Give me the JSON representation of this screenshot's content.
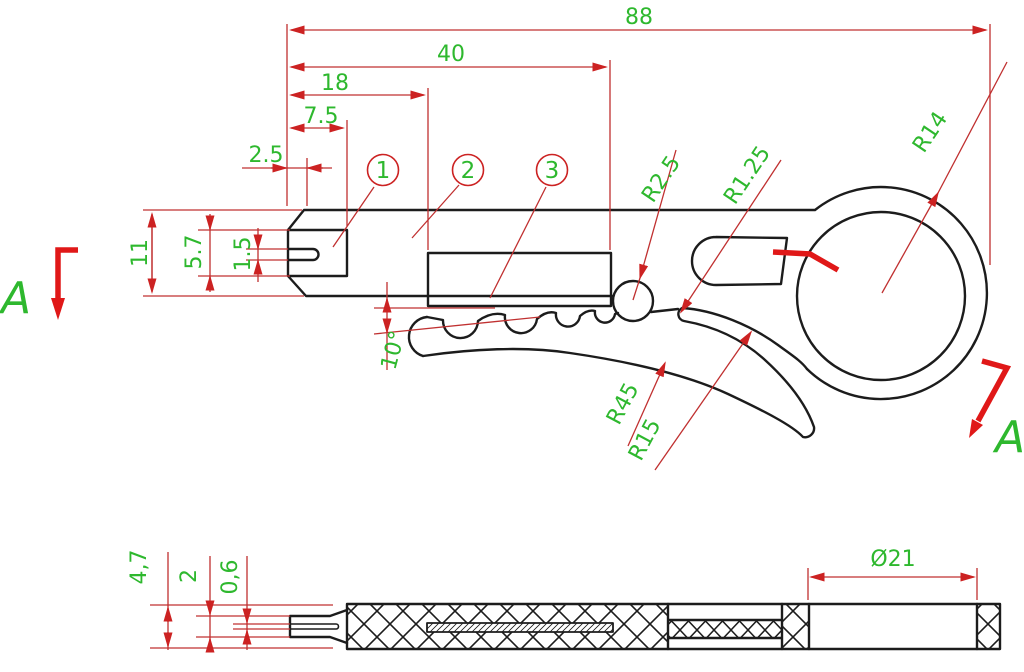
{
  "colors": {
    "outline": "#1c1c1c",
    "dimension_line": "#c03030",
    "arrow_red": "#cc2222",
    "section_red": "#e01818",
    "annotation_green": "#2eb82e",
    "background": "#ffffff"
  },
  "top_view": {
    "horizontal_dims": {
      "overall": "88",
      "to_blade_end": "40",
      "to_blade_start": "18",
      "to_recess": "7.5",
      "to_chamfer": "2.5"
    },
    "vertical_dims": {
      "body_height": "11",
      "mouth_height": "5.7",
      "slit_height": "1.5"
    },
    "angle_dim": "10°",
    "radius_dims": {
      "hole": "R2.5",
      "slot_end": "R1.25",
      "ring": "R14",
      "handle": "R45",
      "finger": "R15"
    },
    "balloons": [
      "1",
      "2",
      "3"
    ],
    "section_arrow_left_label": "A",
    "section_arrow_right_label": "A"
  },
  "section_view": {
    "thickness_dims": {
      "overall": "4,7",
      "tip": "2",
      "blade": "0,6"
    },
    "ring_inner_diameter": "Ø21"
  }
}
